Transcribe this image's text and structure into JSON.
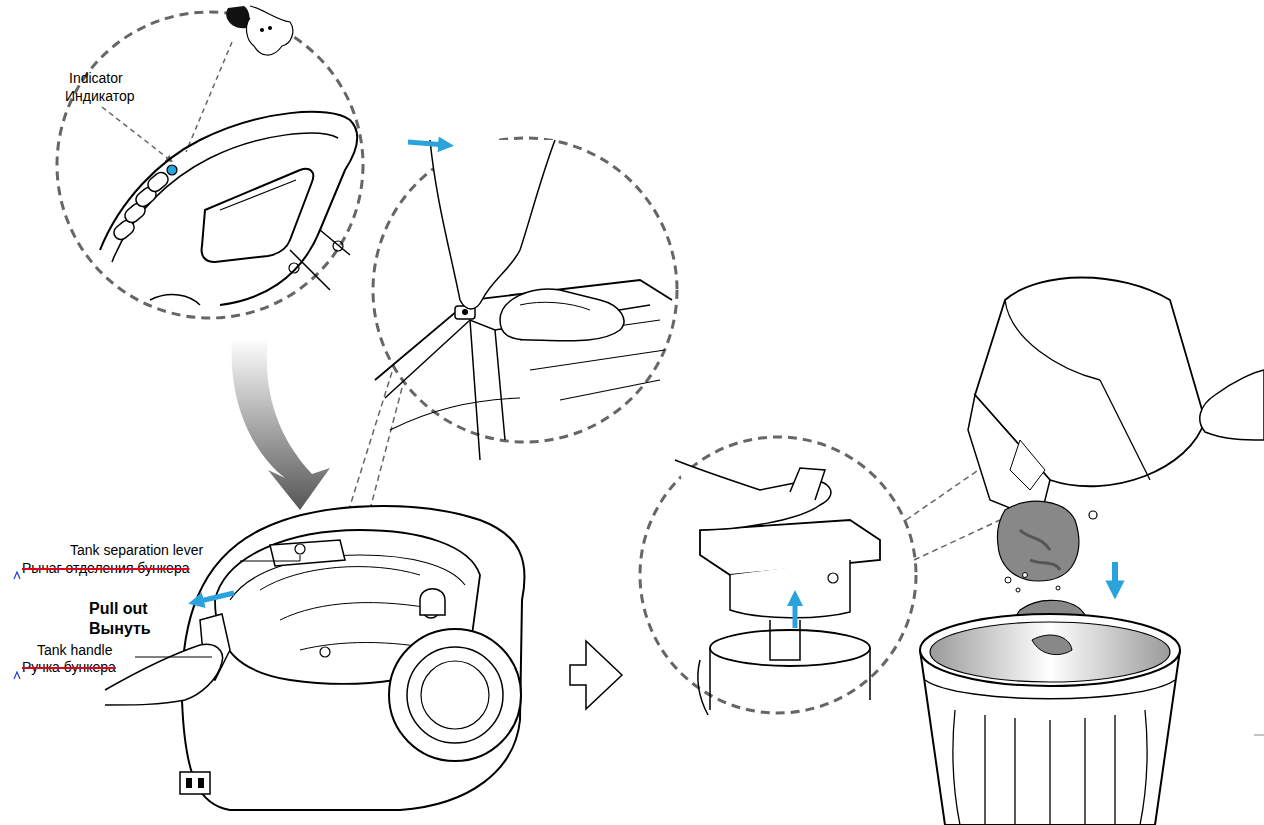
{
  "diagram": {
    "labels": [
      "Indicator",
      "Индикатор",
      "Tank separation lever",
      "Рычаг отделения бункера",
      "Pull out",
      "Вынуть",
      "Tank handle",
      "Ручка бункера"
    ]
  }
}
